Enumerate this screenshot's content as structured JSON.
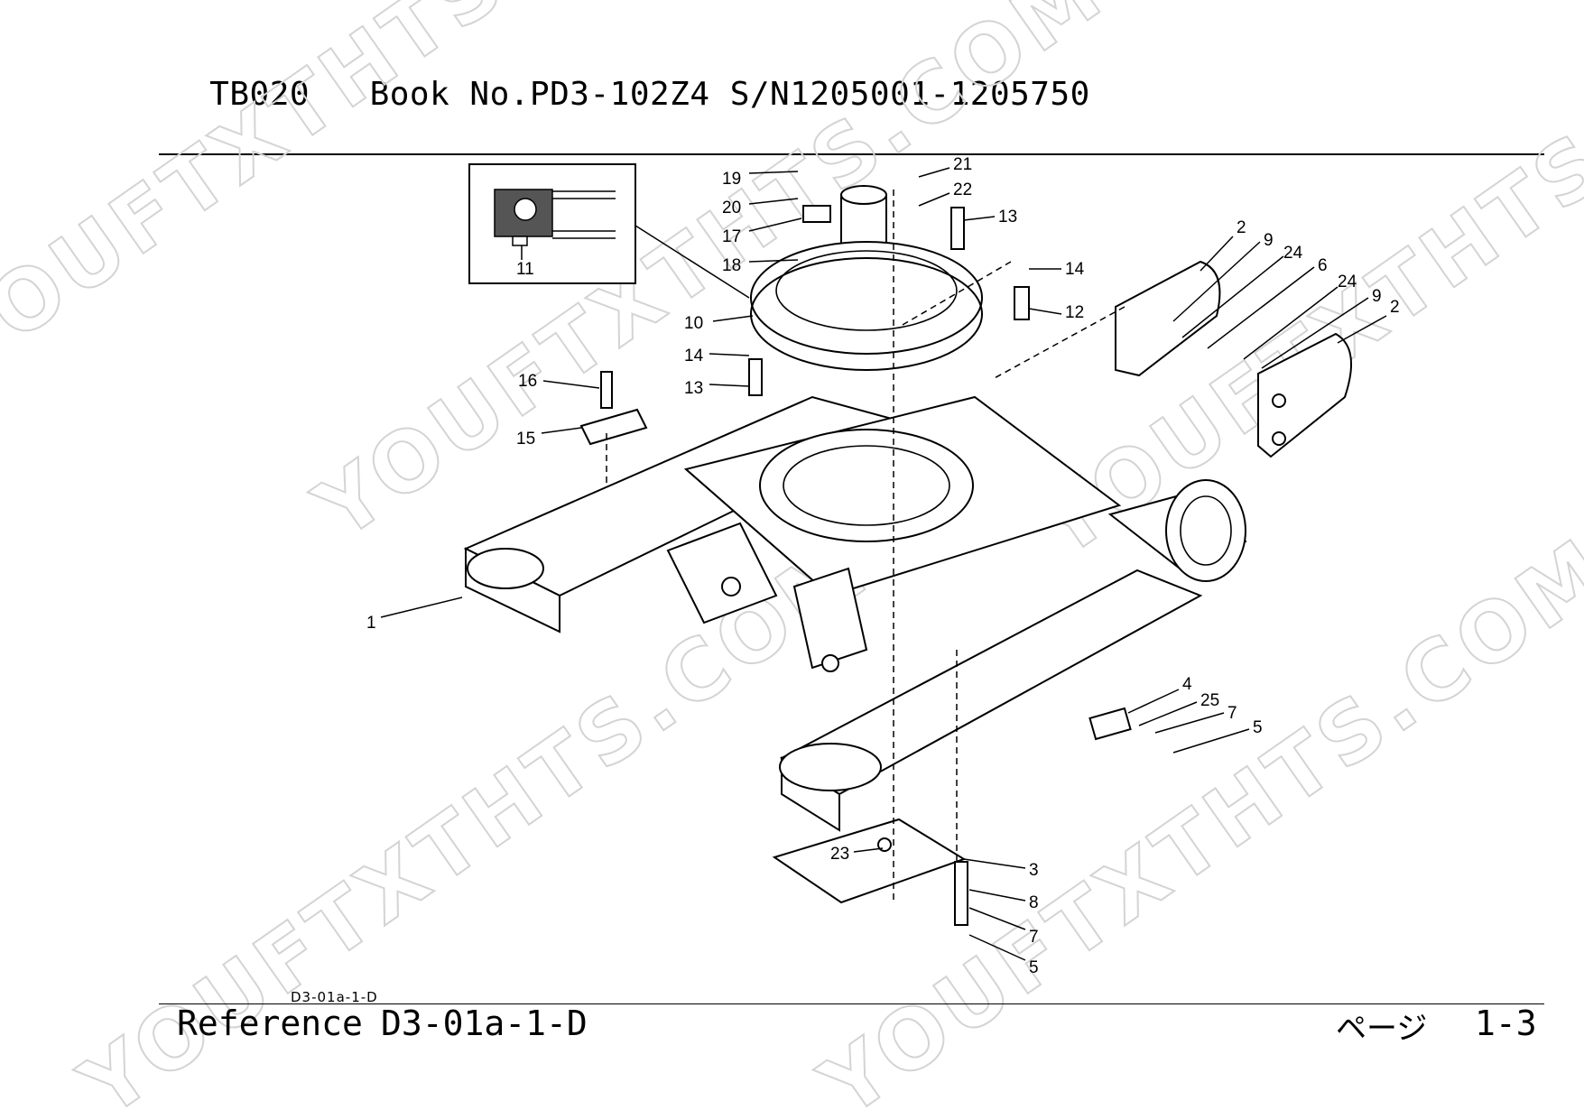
{
  "header": {
    "title": "TB020   Book No.PD3-102Z4 S/N1205001-1205750"
  },
  "inset": {
    "label": "11"
  },
  "callouts": [
    {
      "id": "c1",
      "text": "1"
    },
    {
      "id": "c2a",
      "text": "2"
    },
    {
      "id": "c2b",
      "text": "2"
    },
    {
      "id": "c3",
      "text": "3"
    },
    {
      "id": "c4",
      "text": "4"
    },
    {
      "id": "c5a",
      "text": "5"
    },
    {
      "id": "c5b",
      "text": "5"
    },
    {
      "id": "c6",
      "text": "6"
    },
    {
      "id": "c7a",
      "text": "7"
    },
    {
      "id": "c7b",
      "text": "7"
    },
    {
      "id": "c8",
      "text": "8"
    },
    {
      "id": "c9a",
      "text": "9"
    },
    {
      "id": "c9b",
      "text": "9"
    },
    {
      "id": "c10",
      "text": "10"
    },
    {
      "id": "c12",
      "text": "12"
    },
    {
      "id": "c13a",
      "text": "13"
    },
    {
      "id": "c13b",
      "text": "13"
    },
    {
      "id": "c14a",
      "text": "14"
    },
    {
      "id": "c14b",
      "text": "14"
    },
    {
      "id": "c15",
      "text": "15"
    },
    {
      "id": "c16",
      "text": "16"
    },
    {
      "id": "c17",
      "text": "17"
    },
    {
      "id": "c18",
      "text": "18"
    },
    {
      "id": "c19",
      "text": "19"
    },
    {
      "id": "c20",
      "text": "20"
    },
    {
      "id": "c21",
      "text": "21"
    },
    {
      "id": "c22",
      "text": "22"
    },
    {
      "id": "c23",
      "text": "23"
    },
    {
      "id": "c24a",
      "text": "24"
    },
    {
      "id": "c24b",
      "text": "24"
    },
    {
      "id": "c25",
      "text": "25"
    }
  ],
  "watermark": {
    "text": "YOUFTXTHTS.COM"
  },
  "footer": {
    "small_ref": "D3-01a-1-D",
    "reference_label": "Reference",
    "reference_value": "D3-01a-1-D",
    "page_label": "ページ",
    "page_value": "1-3"
  }
}
